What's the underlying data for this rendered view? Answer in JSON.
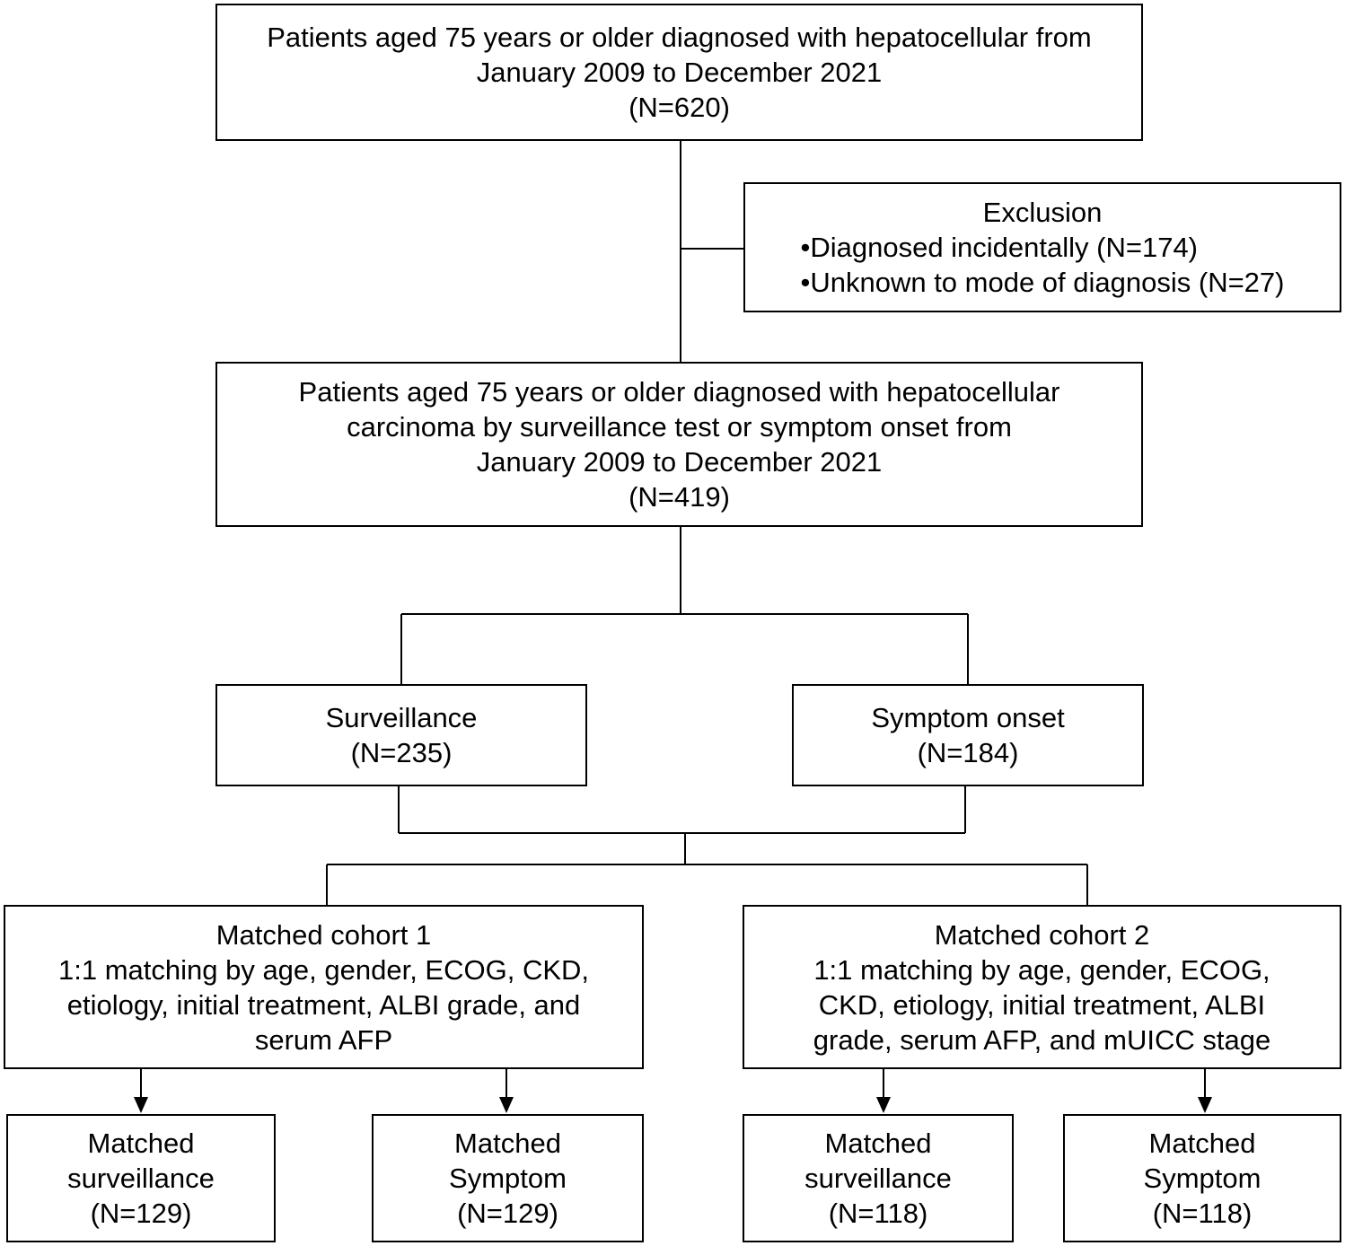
{
  "boxes": {
    "initial": {
      "lines": [
        "Patients aged 75 years or older diagnosed with hepatocellular from",
        "January 2009 to December 2021",
        "(N=620)"
      ]
    },
    "exclusion": {
      "title": "Exclusion",
      "items": [
        "•Diagnosed incidentally (N=174)",
        "•Unknown to mode of diagnosis (N=27)"
      ]
    },
    "included": {
      "lines": [
        "Patients aged 75 years or older diagnosed with hepatocellular",
        "carcinoma by surveillance test or symptom onset from",
        "January 2009 to December 2021",
        "(N=419)"
      ]
    },
    "surveillance": {
      "lines": [
        "Surveillance",
        "(N=235)"
      ]
    },
    "symptom_onset": {
      "lines": [
        "Symptom onset",
        "(N=184)"
      ]
    },
    "cohort1": {
      "lines": [
        "Matched cohort 1",
        "1:1 matching by age, gender, ECOG, CKD,",
        "etiology, initial treatment, ALBI grade, and",
        "serum AFP"
      ]
    },
    "cohort2": {
      "lines": [
        "Matched cohort 2",
        "1:1 matching by age, gender, ECOG,",
        "CKD, etiology, initial treatment, ALBI",
        "grade, serum AFP, and mUICC stage"
      ]
    },
    "c1_surveillance": {
      "lines": [
        "Matched",
        "surveillance",
        "(N=129)"
      ]
    },
    "c1_symptom": {
      "lines": [
        "Matched",
        "Symptom",
        "(N=129)"
      ]
    },
    "c2_surveillance": {
      "lines": [
        "Matched",
        "surveillance",
        "(N=118)"
      ]
    },
    "c2_symptom": {
      "lines": [
        "Matched",
        "Symptom",
        "(N=118)"
      ]
    }
  }
}
